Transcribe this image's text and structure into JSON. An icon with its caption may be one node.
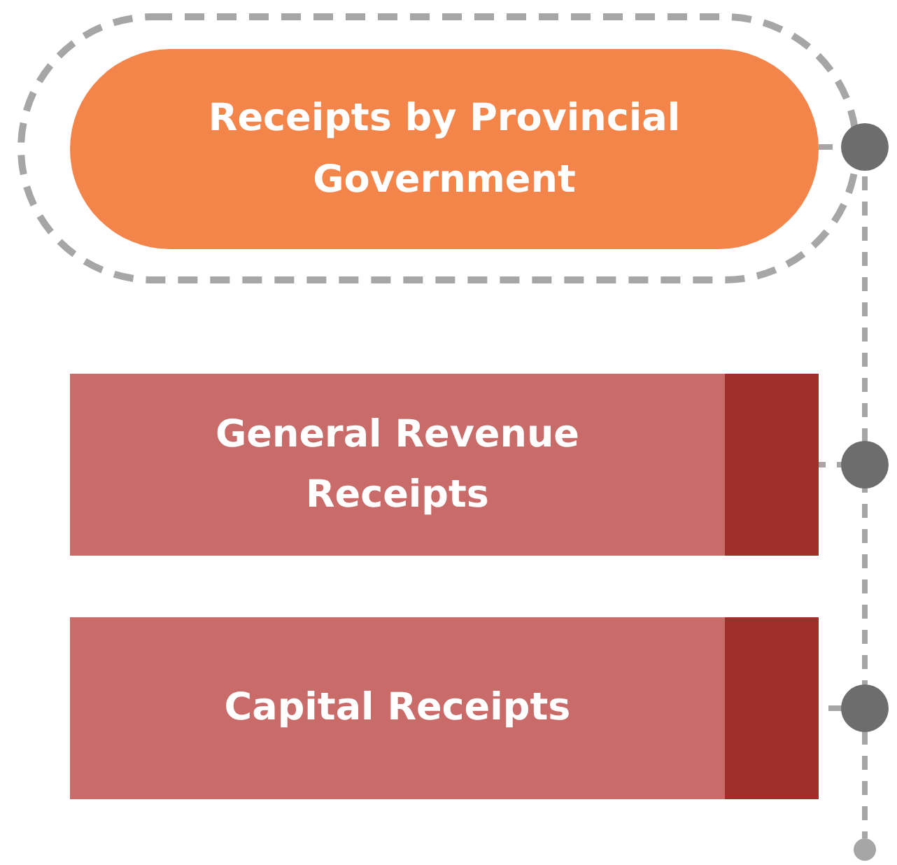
{
  "diagram": {
    "nodes": [
      {
        "text": [
          "Receipts by Provincial Government"
        ]
      },
      {
        "text": [
          "General Revenue Receipts"
        ]
      },
      {
        "text": [
          "Capital Receipts"
        ]
      },
      {
        "text": [],
        "shape": "circle"
      }
    ],
    "edges": [
      {
        "from": 0,
        "to": 1,
        "arrow": "none",
        "style": "dashed"
      },
      {
        "from": 0,
        "to": 2,
        "arrow": "none",
        "style": "dashed"
      },
      {
        "from": 0,
        "to": 3,
        "arrow": "none",
        "style": "dashed"
      }
    ]
  }
}
